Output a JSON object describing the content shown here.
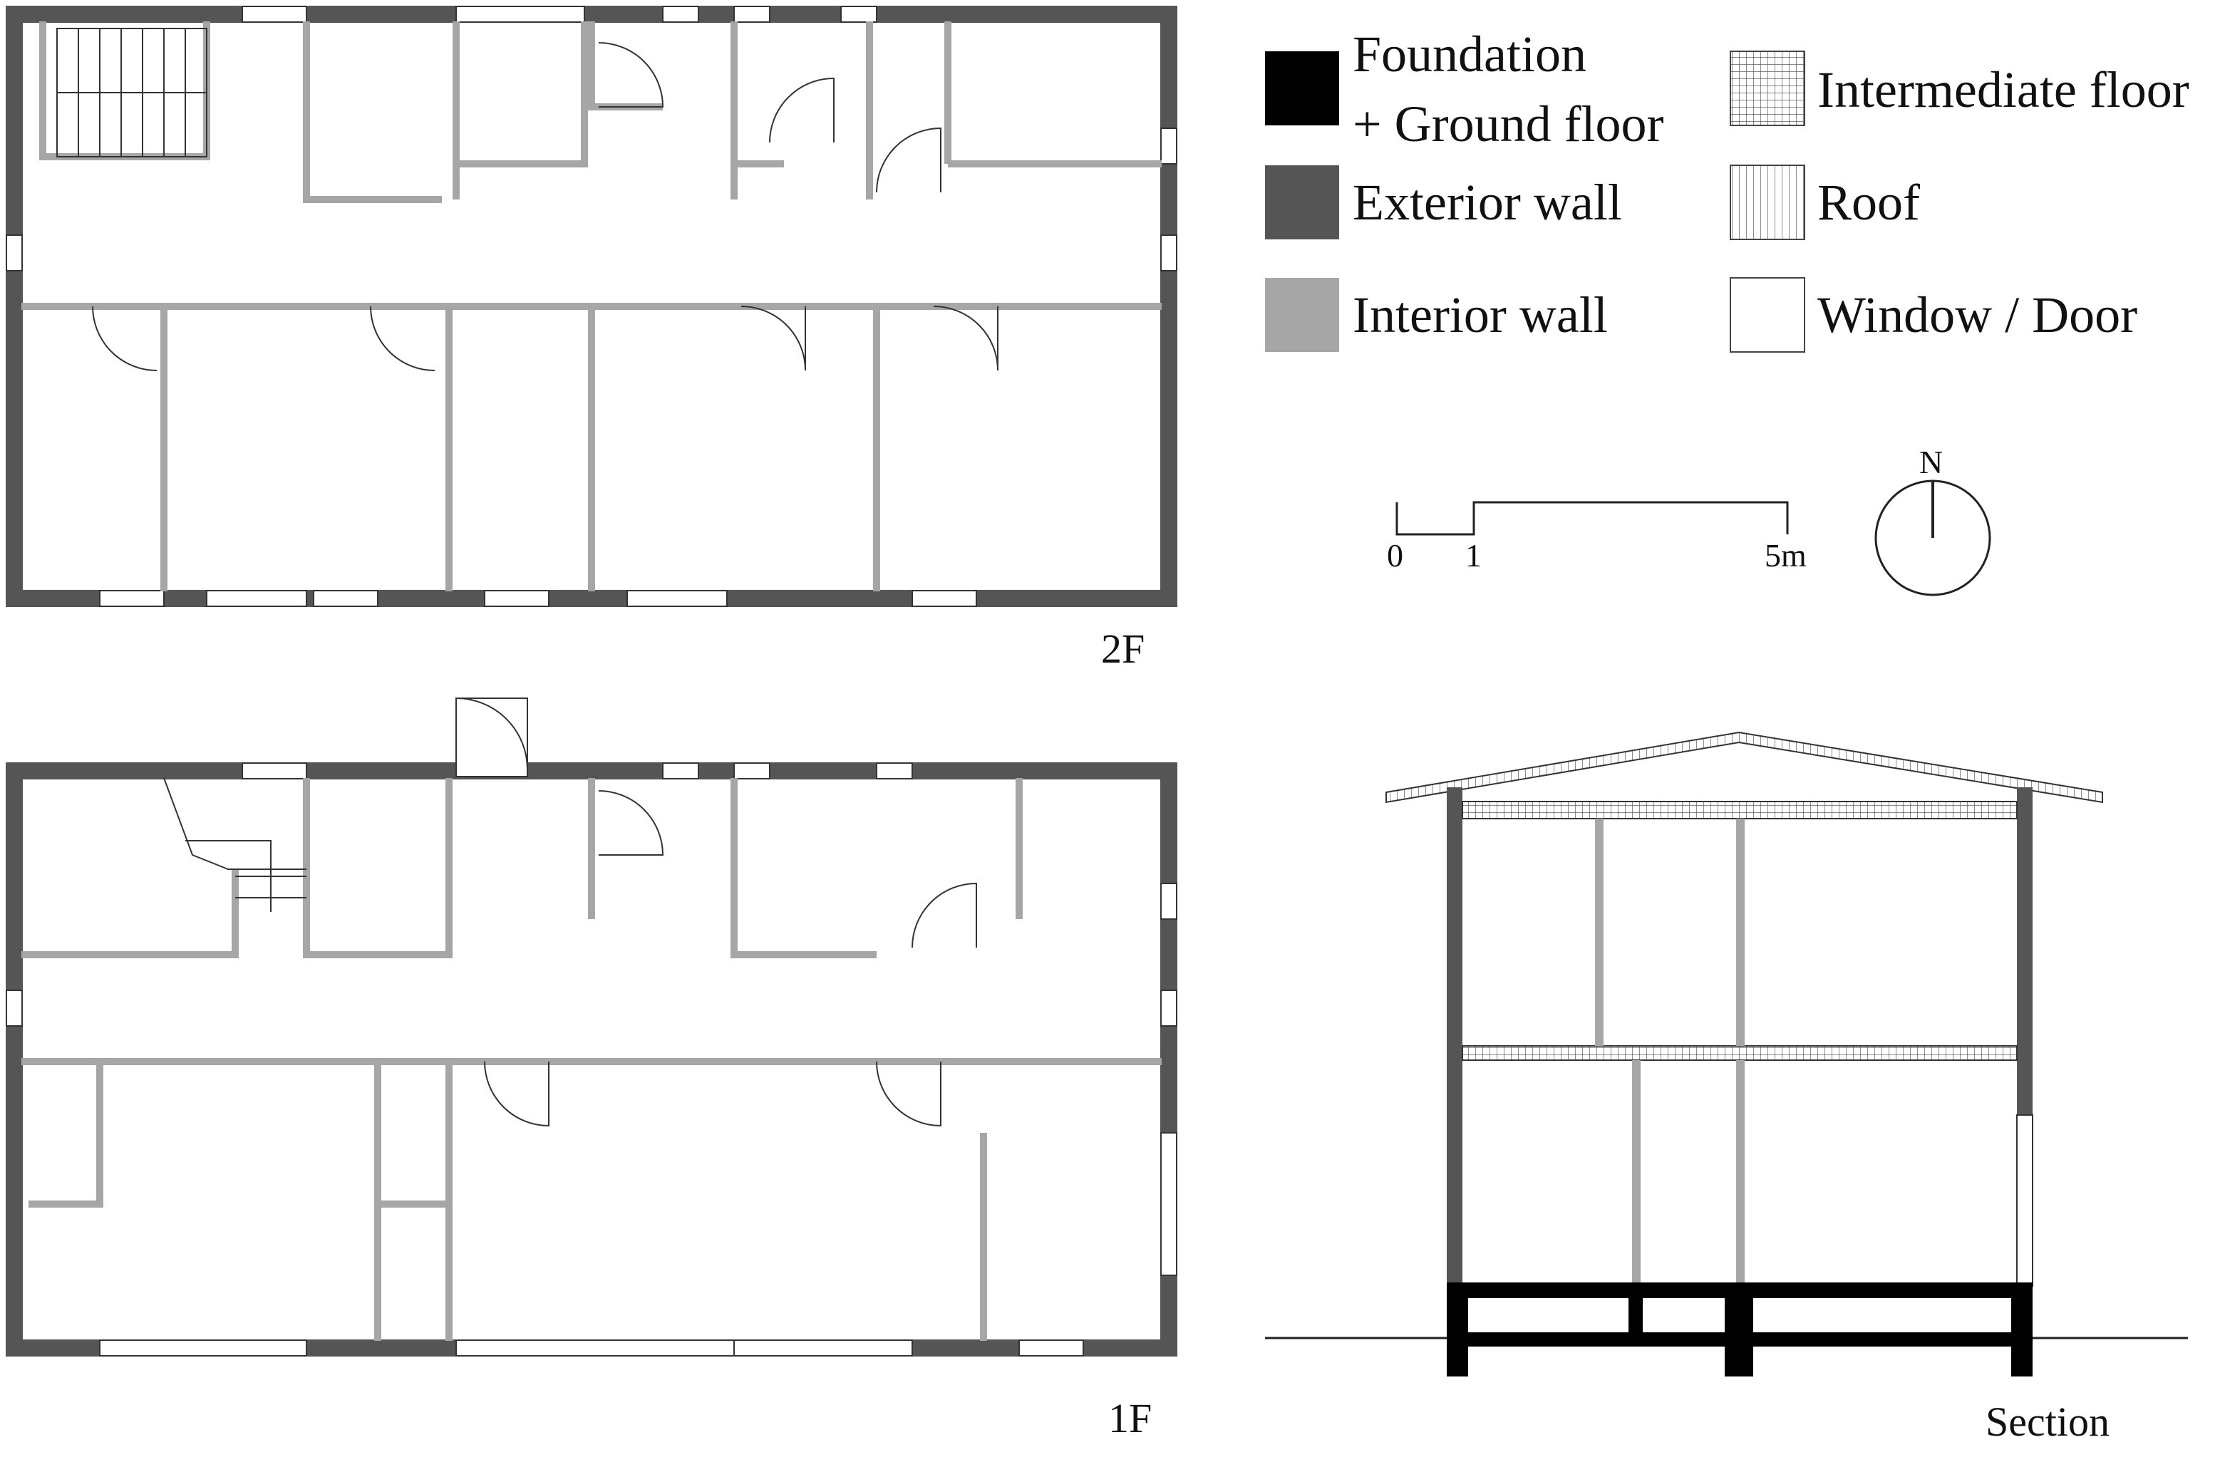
{
  "legend": {
    "items": [
      {
        "key": "foundation",
        "line1": "Foundation",
        "line2": "+ Ground floor",
        "color": "#000000"
      },
      {
        "key": "exterior_wall",
        "line1": "Exterior wall",
        "color": "#555555"
      },
      {
        "key": "interior_wall",
        "line1": "Interior wall",
        "color": "#a6a6a6"
      },
      {
        "key": "intermediate_floor",
        "line1": "Intermediate floor",
        "pattern": "grid-hatch"
      },
      {
        "key": "roof",
        "line1": "Roof",
        "pattern": "vertical-hatch"
      },
      {
        "key": "window_door",
        "line1": "Window / Door",
        "color": "#ffffff"
      }
    ]
  },
  "scale_bar": {
    "label_0": "0",
    "label_1": "1",
    "label_5": "5m"
  },
  "north": {
    "label": "N"
  },
  "drawings": {
    "upper_floor_label": "2F",
    "ground_floor_label": "1F",
    "section_label": "Section"
  },
  "colors": {
    "foundation": "#000000",
    "exterior_wall": "#555555",
    "interior_wall": "#a6a6a6",
    "line": "#222222"
  }
}
